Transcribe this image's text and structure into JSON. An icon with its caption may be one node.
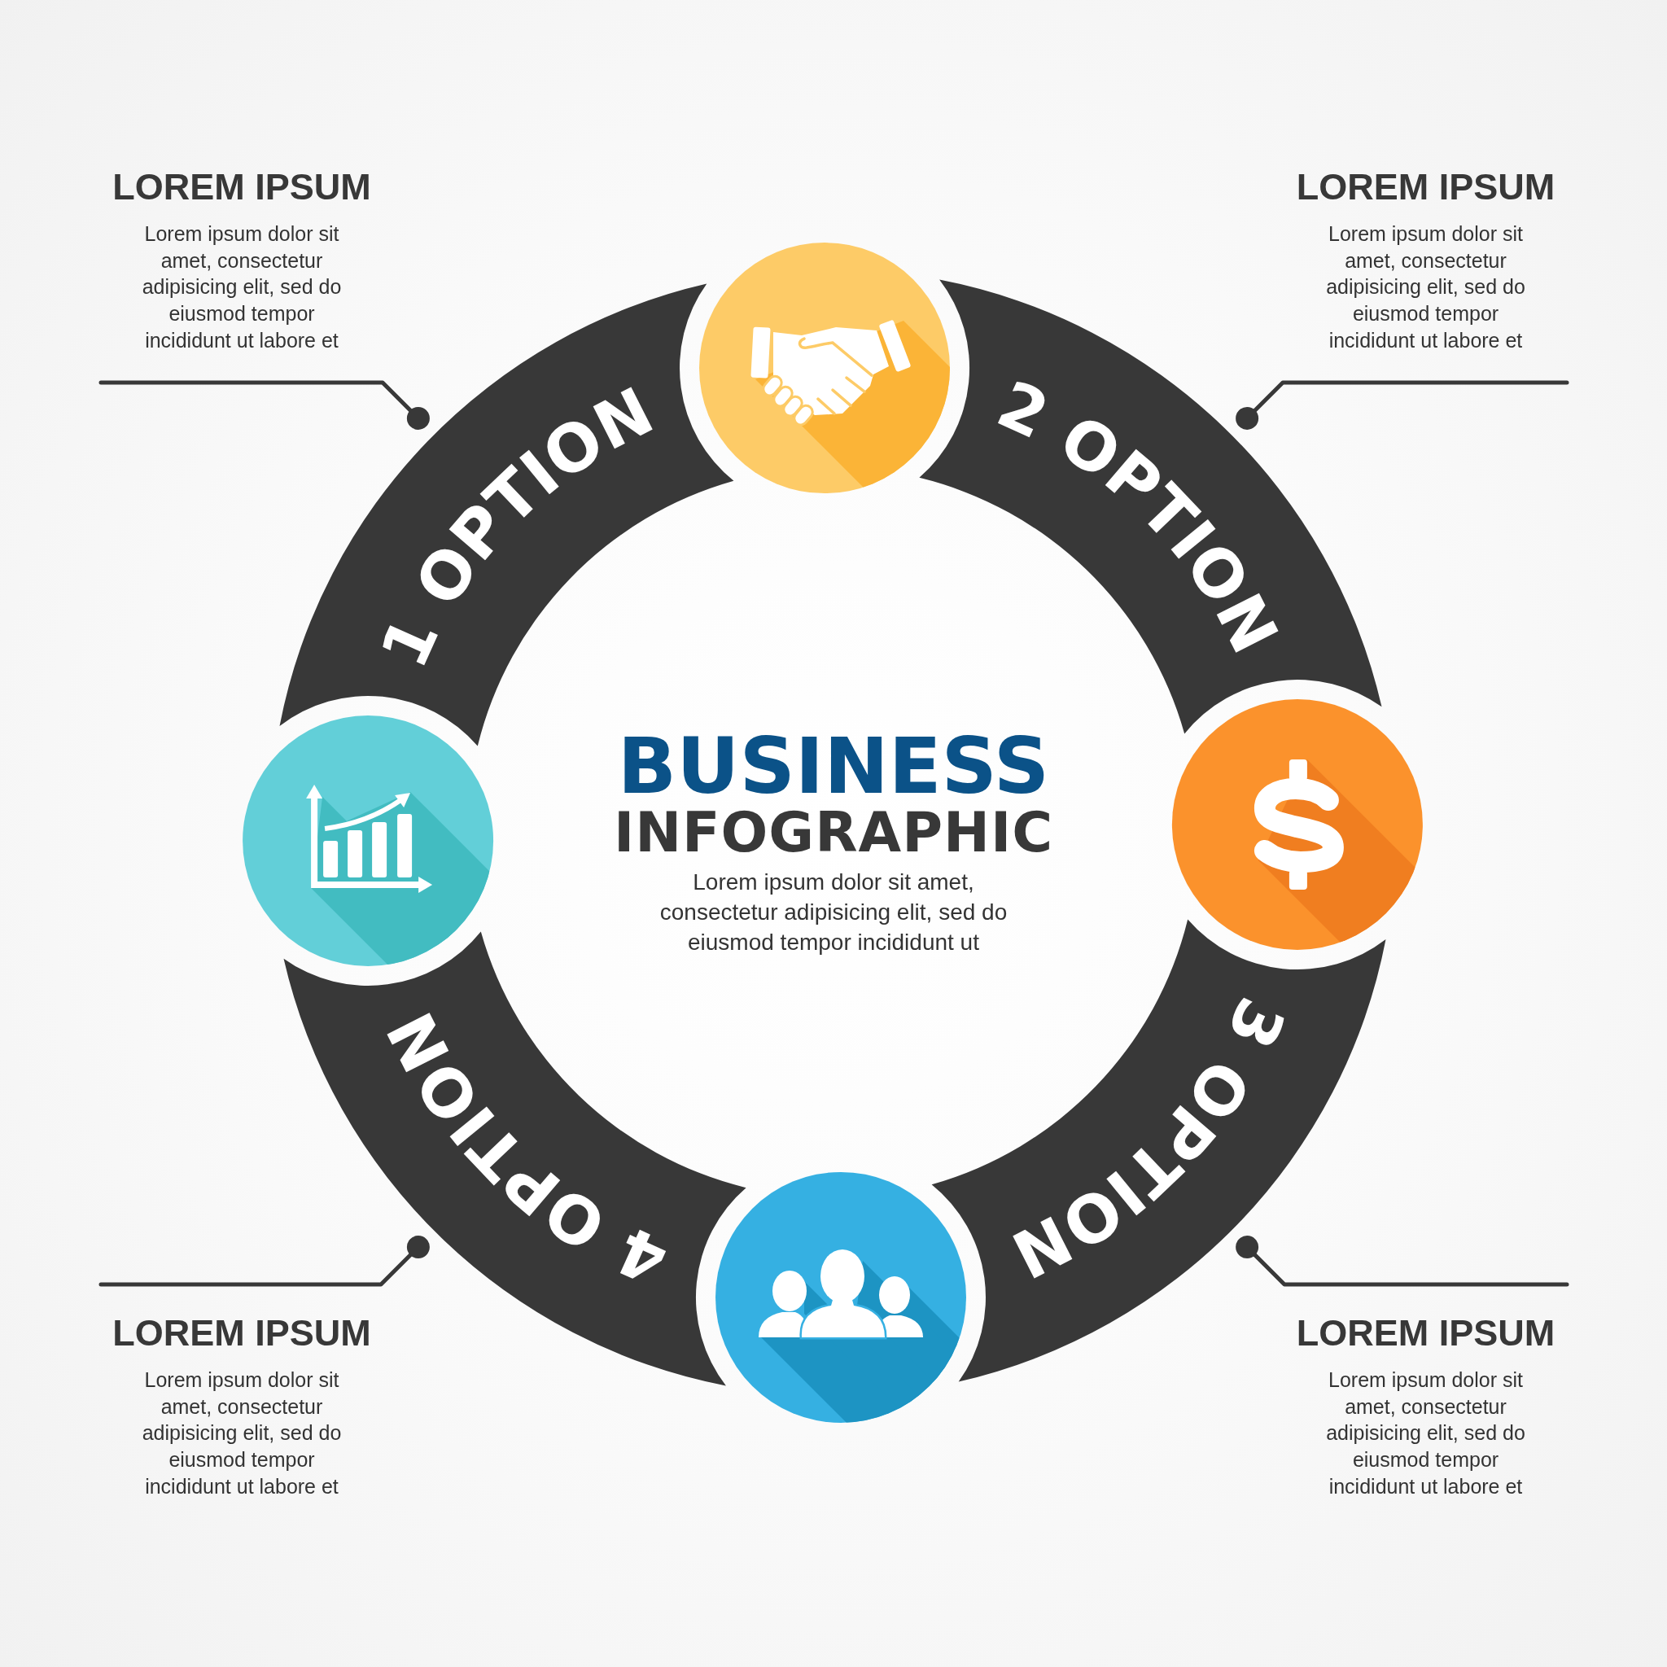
{
  "diagram": {
    "title": "BUSINESS INFOGRAPHIC",
    "nodes": [
      {
        "text": [
          "LOREM IPSUM",
          "Lorem ipsum dolor sit amet, consectetur adipisicing elit, sed do eiusmod tempor incididunt ut labore et"
        ]
      },
      {
        "text": [
          "LOREM IPSUM",
          "Lorem ipsum dolor sit amet, consectetur adipisicing elit, sed do eiusmod tempor incididunt ut labore et"
        ]
      },
      {
        "text": [
          "1 OPTION"
        ]
      },
      {
        "text": [],
        "shape": "circle"
      },
      {
        "text": [
          "2 OPTION"
        ]
      },
      {
        "text": [],
        "shape": "circle"
      },
      {
        "text": [],
        "shape": "circle"
      },
      {
        "text": [
          "4 OPTION"
        ]
      },
      {
        "text": [],
        "shape": "circle"
      },
      {
        "text": [
          "3 OPTION"
        ]
      },
      {
        "text": [
          "LOREM IPSUM",
          "Lorem ipsum dolor sit amet, consectetur adipisicing elit, sed do eiusmod tempor incididunt ut labore et"
        ]
      },
      {
        "text": [
          "LOREM IPSUM",
          "Lorem ipsum dolor sit amet, consectetur adipisicing elit, sed do eiusmod tempor incididunt ut labore et"
        ]
      }
    ],
    "edges": [
      {
        "from": 0,
        "to": 2,
        "arrow": "other"
      },
      {
        "from": 1,
        "to": 4,
        "arrow": "other"
      },
      {
        "from": 10,
        "to": 7,
        "arrow": "other"
      },
      {
        "from": 11,
        "to": 9,
        "arrow": "other"
      }
    ],
    "labels": [
      "Lorem ipsum dolor sit amet, consectetur adipisicing elit, sed do eiusmod tempor incididunt ut"
    ]
  }
}
